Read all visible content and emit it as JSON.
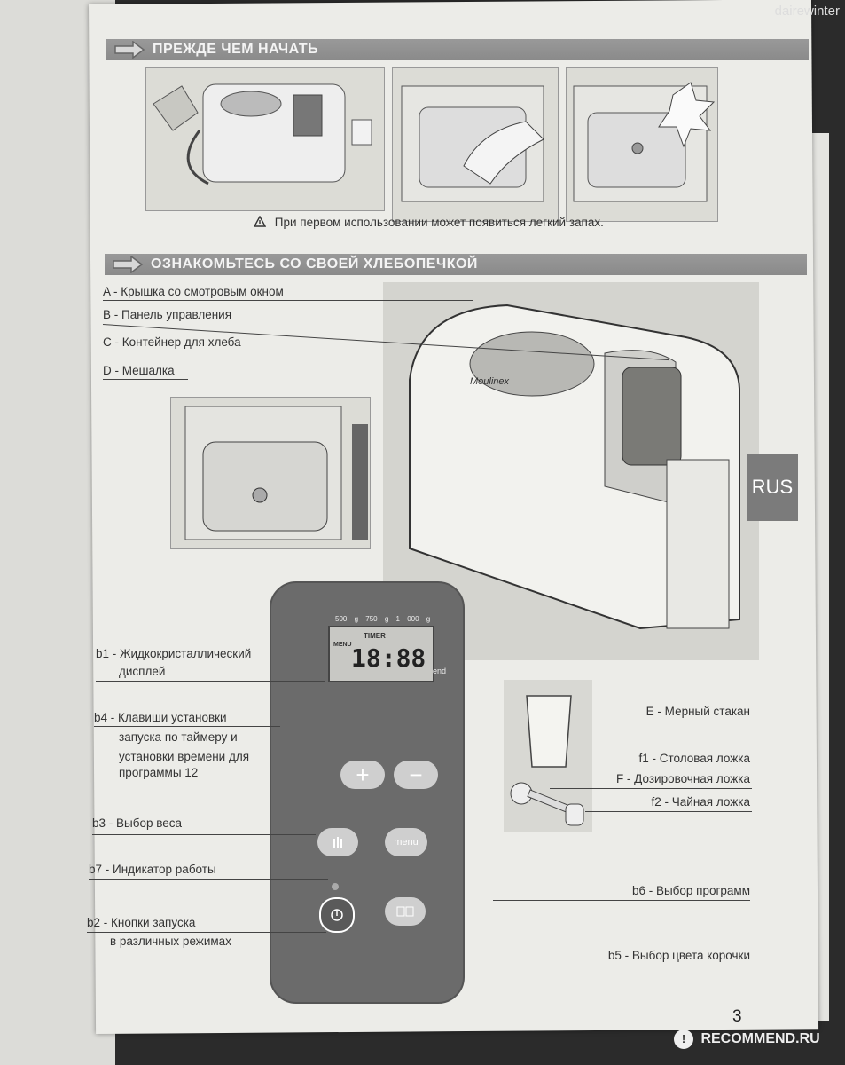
{
  "watermark_top": "dairewinter",
  "sections": {
    "before_start": "ПРЕЖДЕ ЧЕМ НАЧАТЬ",
    "get_to_know": "ОЗНАКОМЬТЕСЬ СО СВОЕЙ ХЛЕБОПЕЧКОЙ"
  },
  "first_use_note": "При первом использовании может появиться легкий запах.",
  "parts": {
    "A": "A - Крышка со смотровым окном",
    "B": "B - Панель управления",
    "C": "C - Контейнер для хлеба",
    "D": "D - Мешалка"
  },
  "brand_logo_text": "Moulinex",
  "lang_tab": "RUS",
  "controls": {
    "b1_line1": "b1 - Жидкокристаллический",
    "b1_line2": "дисплей",
    "b4_line1": "b4 - Клавиши установки",
    "b4_line2": "запуска по таймеру и",
    "b4_line3": "установки времени для",
    "b4_line4": "программы 12",
    "b3": "b3 - Выбор веса",
    "b7": "b7 - Индикатор работы",
    "b2_line1": "b2 - Кнопки запуска",
    "b2_line2": "в различных режимах",
    "b6": "b6 - Выбор программ",
    "b5": "b5 - Выбор цвета корочки"
  },
  "lcd": {
    "weights": [
      "500 g",
      "750 g",
      "1 000 g"
    ],
    "timer": "TIMER",
    "menu": "MENU",
    "digits": "18:88",
    "end": "end"
  },
  "panel_buttons": {
    "plus": "+",
    "minus": "−",
    "menu": "menu"
  },
  "accessories": {
    "E": "E - Мерный стакан",
    "f1": "f1 - Столовая ложка",
    "F": "F - Дозировочная ложка",
    "f2": "f2 - Чайная ложка"
  },
  "page_number": "3",
  "footer_watermark": "RECOMMEND.RU"
}
